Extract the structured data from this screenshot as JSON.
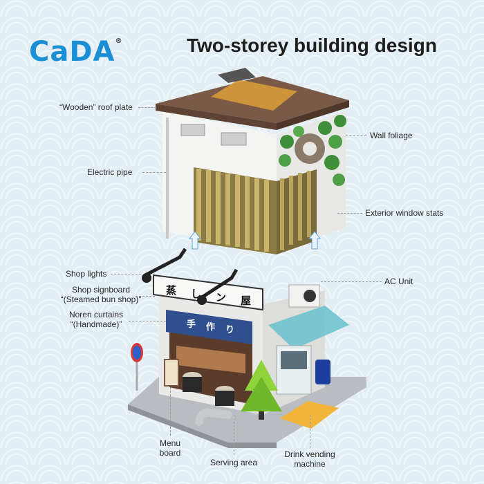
{
  "brand": {
    "logo_text": "CaDA",
    "registered_mark": "®"
  },
  "headline": "Two-storey building design",
  "signboard_chars": [
    "蒸",
    "し",
    "ン",
    "屋"
  ],
  "noren_chars": [
    "手",
    "作",
    "り"
  ],
  "labels": {
    "roof_plate": "“Wooden” roof plate",
    "wall_foliage": "Wall foliage",
    "electric_pipe": "Electric pipe",
    "window_slats": "Exterior window stats",
    "shop_lights": "Shop lights",
    "ac_unit": "AC Unit",
    "signboard_line1": "Shop signboard",
    "signboard_line2": "“(Steamed bun shop)”",
    "noren_line1": "Noren curtains",
    "noren_line2": "“(Handmade)”",
    "menu_line1": "Menu",
    "menu_line2": "board",
    "serving_area": "Serving area",
    "vending_line1": "Drink vending",
    "vending_line2": "machine"
  },
  "colors": {
    "brand_blue": "#1b8fd6",
    "roof_brown": "#7a5a47",
    "wall_white": "#f4f4f2",
    "slat_gold": "#b39b52",
    "foliage_green": "#3f8f3a",
    "awning_teal": "#6ec3cf",
    "base_grey": "#b9bcc0"
  }
}
